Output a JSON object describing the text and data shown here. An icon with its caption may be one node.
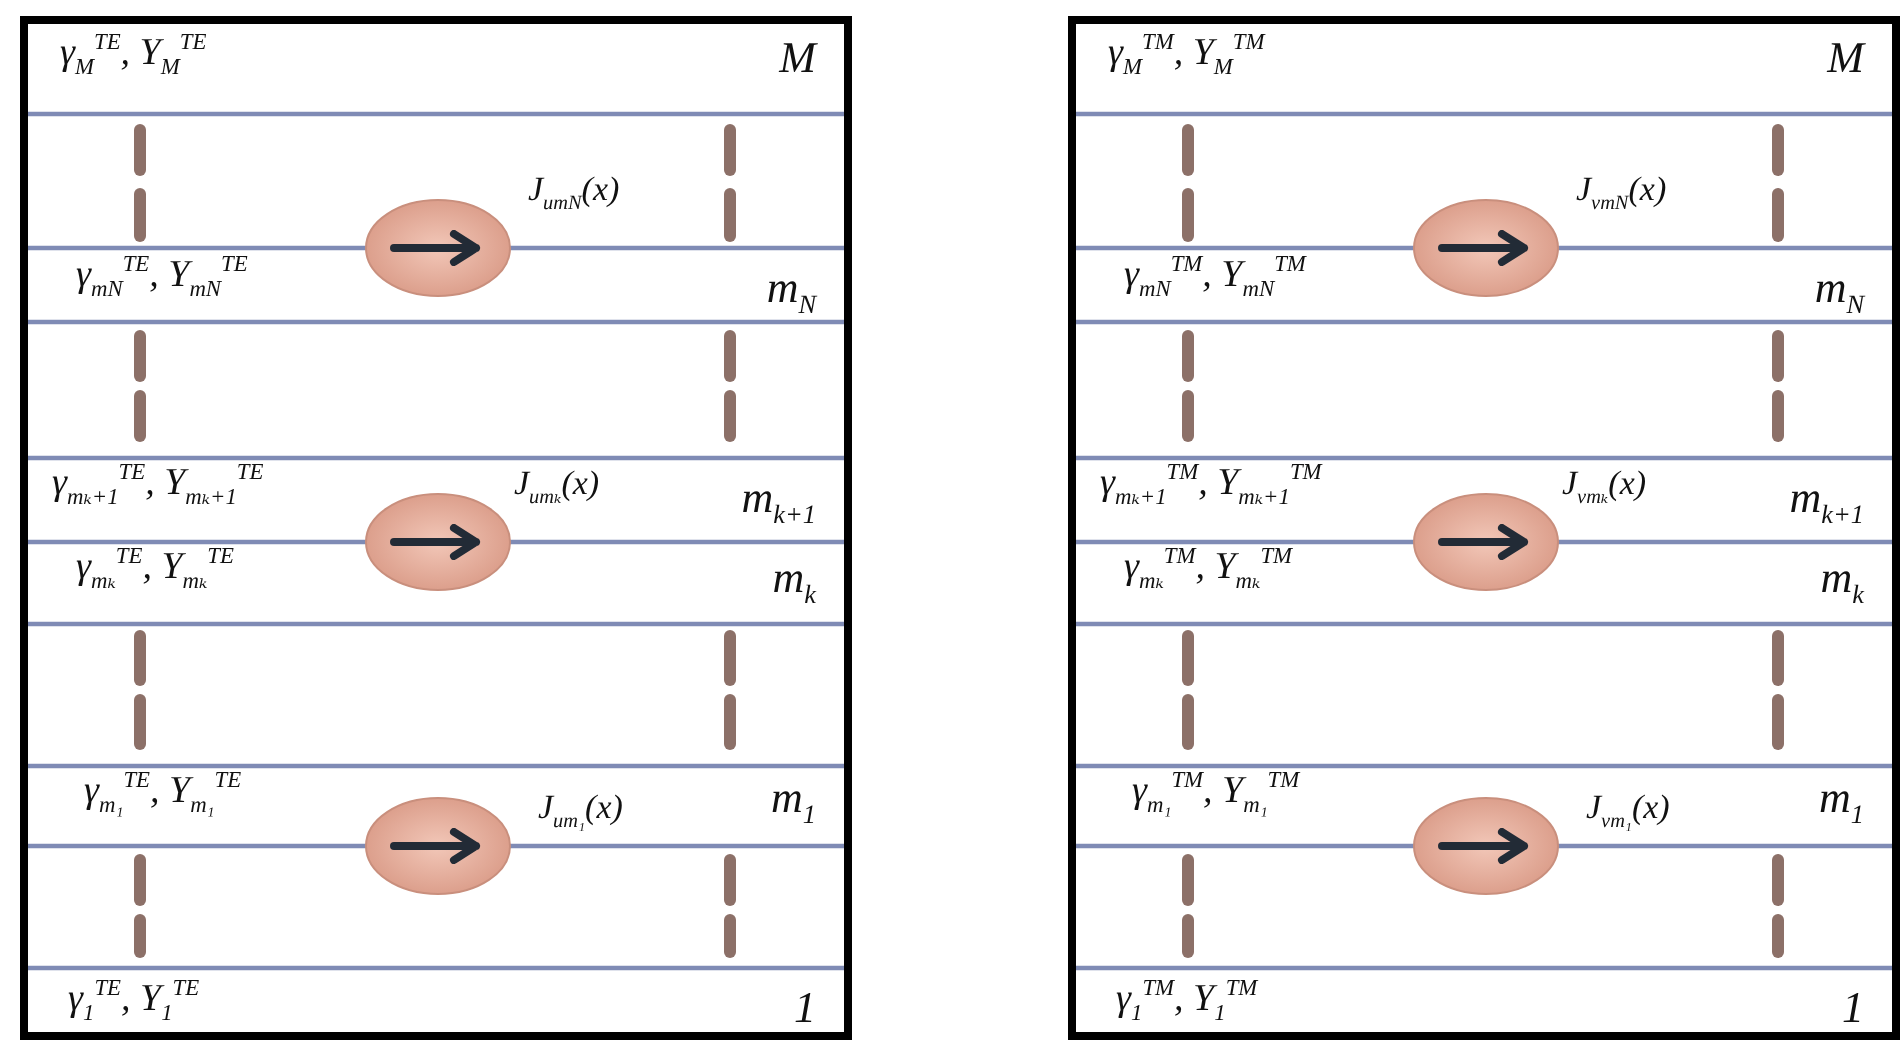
{
  "diagram": {
    "nodes": [
      {
        "text": [],
        "shape": "box"
      },
      {
        "text": [],
        "shape": "ellipse",
        "in": 0,
        "beside": [
          "J$_{umN}$(x)"
        ]
      },
      {
        "text": [],
        "shape": "ellipse",
        "in": 0,
        "beside": [
          "J$_{umₖ}$(x)"
        ]
      },
      {
        "text": [],
        "shape": "ellipse",
        "in": 0,
        "beside": [
          "J$_{um₁}$(x)"
        ]
      },
      {
        "text": [],
        "shape": "box"
      },
      {
        "text": [],
        "shape": "ellipse",
        "in": 4,
        "beside": [
          "J$_{vmN}$(x)"
        ]
      },
      {
        "text": [],
        "shape": "ellipse",
        "in": 4,
        "beside": [
          "J$_{vmₖ}$(x)"
        ]
      },
      {
        "text": [],
        "shape": "ellipse",
        "in": 4,
        "beside": [
          "J$_{vm₁}$(x)"
        ]
      }
    ],
    "labels": [
      "γ$_{M}$$^{TE}$, Y$_{M}$$^{TE}$",
      "M",
      "γ$_{mN}$$^{TE}$, Y$_{mN}$$^{TE}$",
      "m$_{N}$",
      "γ$_{mₖ+1}$$^{TE}$, Y$_{mₖ+1}$$^{TE}$",
      "m$_{k+1}$",
      "γ$_{mₖ}$$^{TE}$, Y$_{mₖ}$$^{TE}$",
      "m$_{k}$",
      "γ$_{m₁}$$^{TE}$, Y$_{m₁}$$^{TE}$",
      "m$_{1}$",
      "γ$_{1}$$^{TE}$, Y$_{1}$$^{TE}$",
      "1",
      "γ$_{M}$$^{TM}$, Y$_{M}$$^{TM}$",
      "M",
      "γ$_{mN}$$^{TM}$, Y$_{mN}$$^{TM}$",
      "m$_{N}$",
      "γ$_{mₖ+1}$$^{TM}$, Y$_{mₖ+1}$$^{TM}$",
      "m$_{k+1}$",
      "γ$_{mₖ}$$^{TM}$, Y$_{mₖ}$$^{TM}$",
      "m$_{k}$",
      "γ$_{m₁}$$^{TM}$, Y$_{m₁}$$^{TM}$",
      "m$_{1}$",
      "γ$_{1}$$^{TM}$, Y$_{1}$$^{TM}$",
      "1"
    ]
  }
}
